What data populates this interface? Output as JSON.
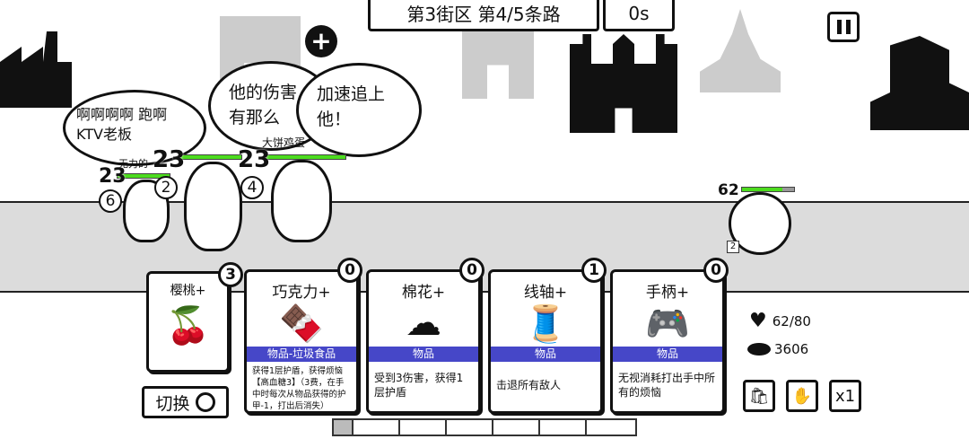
{
  "header": {
    "location": "第3街区 第4/5条路",
    "timer": "0s"
  },
  "bubbles": [
    "啊啊啊啊 跑啊KTV老板",
    "他的伤害 有那么",
    "加速追上 他！"
  ],
  "enemies": [
    {
      "name": "无力的",
      "hp": "23",
      "intent": "6"
    },
    {
      "name": "",
      "hp": "23",
      "intent": "2"
    },
    {
      "name": "大饼鸡蛋",
      "hp": "23",
      "intent": "4"
    }
  ],
  "player": {
    "hp": "62",
    "shield": "2"
  },
  "cards": [
    {
      "title": "樱桃+",
      "cost": "3",
      "icon": "cherry-icon",
      "glyph": "🍒"
    },
    {
      "title": "巧克力+",
      "cost": "0",
      "type": "物品-垃圾食品",
      "desc": "获得1层护盾，获得烦恼【高血糖3】（3费，在手中时每次从物品获得的护甲-1，打出后消失）",
      "icon": "chocolate-icon",
      "glyph": "🍫"
    },
    {
      "title": "棉花+",
      "cost": "0",
      "type": "物品",
      "desc": "受到3伤害，获得1层护盾",
      "icon": "cotton-icon",
      "glyph": "☁"
    },
    {
      "title": "线轴+",
      "cost": "1",
      "type": "物品",
      "desc": "击退所有敌人",
      "icon": "spool-icon",
      "glyph": "🧵"
    },
    {
      "title": "手柄+",
      "cost": "0",
      "type": "物品",
      "desc": "无视消耗打出手中所有的烦恼",
      "icon": "gamepad-icon",
      "glyph": "🎮"
    }
  ],
  "switch_label": "切换",
  "stats": {
    "hp": "62/80",
    "coins": "3606"
  },
  "speed_label": "x1",
  "colors": {
    "hp_bar": "#4cdc1e",
    "card_type": "#4647c8"
  }
}
